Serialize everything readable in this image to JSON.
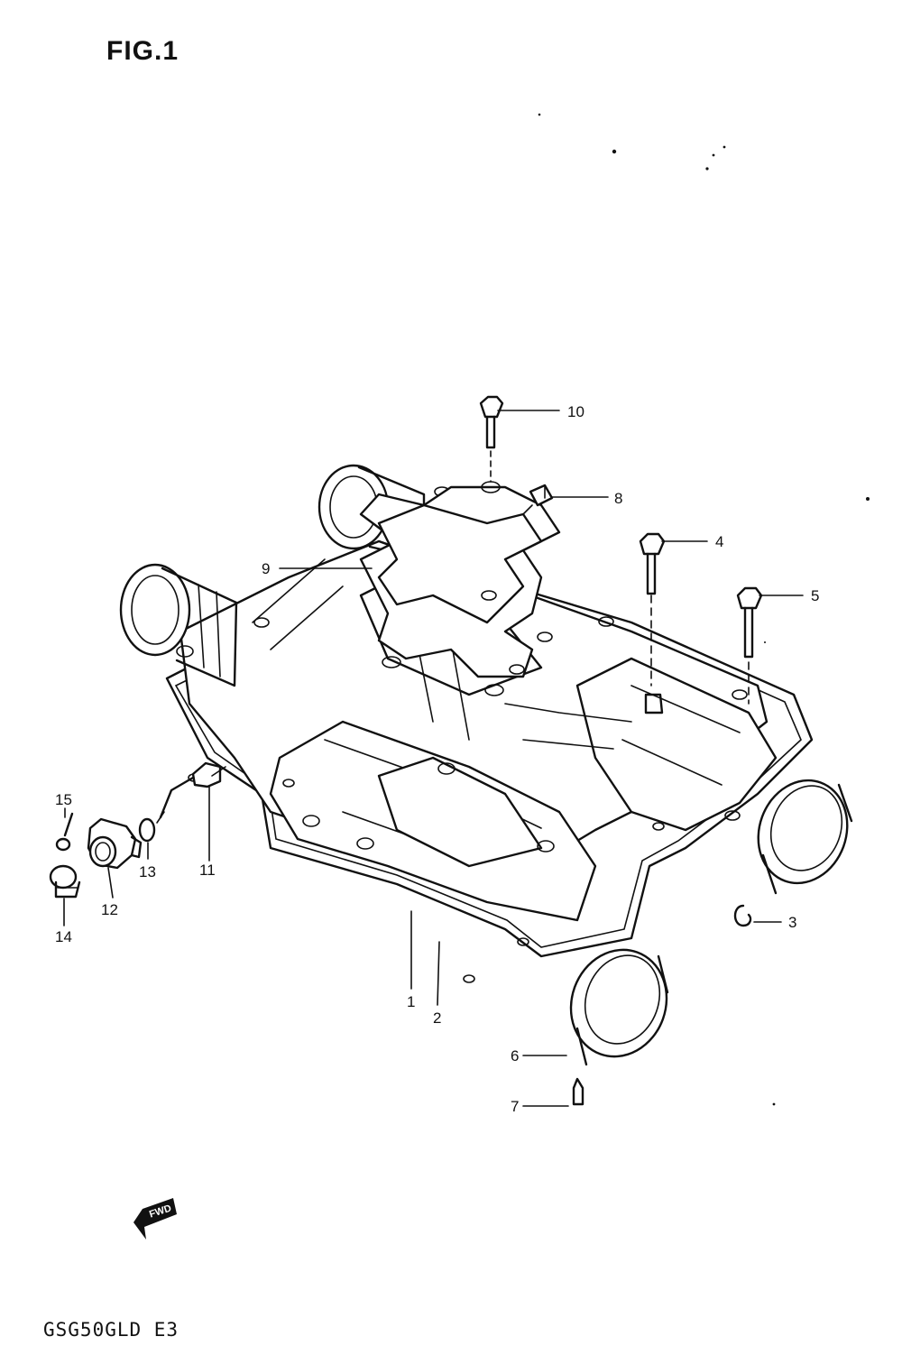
{
  "figure": {
    "title": "FIG.1",
    "model_code": "GSG50GLD E3",
    "front_arrow_label": "FWD"
  },
  "callouts": [
    "1",
    "2",
    "3",
    "4",
    "5",
    "6",
    "7",
    "8",
    "9",
    "10",
    "11",
    "12",
    "13",
    "14",
    "15"
  ]
}
